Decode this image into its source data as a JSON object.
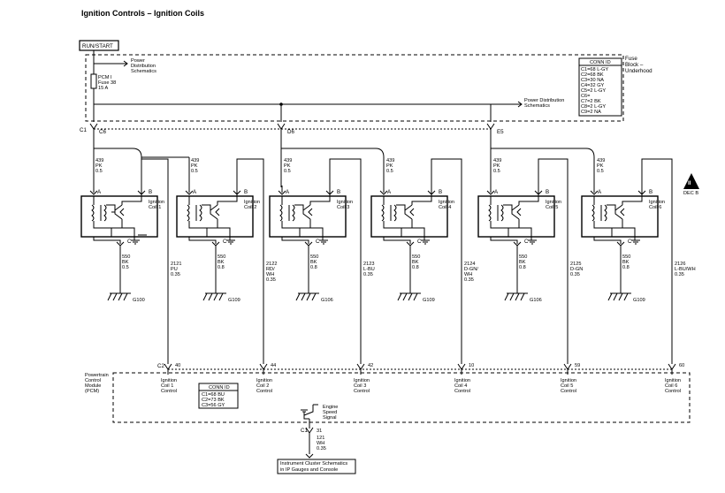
{
  "title": "Ignition Controls – Ignition Coils",
  "run_start": "RUN/START",
  "fuse_block": {
    "label_lines": [
      "Fuse",
      "Block –",
      "Underhood"
    ]
  },
  "power_dist_top": [
    "Power",
    "Distribution",
    "Schematics"
  ],
  "pcm_fuse": [
    "PCM I",
    "Fuse 38",
    "15 A"
  ],
  "power_dist_mid": [
    "Power Distribution",
    "Schematics"
  ],
  "conn_id_top": {
    "header": "CONN ID",
    "rows": [
      "C1=68 L-GY",
      "C2=68 BK",
      "C3=30 NA",
      "C4=32 GY",
      "C5=2 L-GY",
      "C6=",
      "C7=2 BK",
      "C8=2 L-GY",
      "C9=2 NA"
    ]
  },
  "splices": [
    {
      "conn": "C1",
      "name": "C6"
    },
    {
      "name": "D6"
    },
    {
      "name": "E5"
    }
  ],
  "feed_wire": [
    "439",
    "PK",
    "0.5"
  ],
  "pin_a": "A",
  "pin_b": "B",
  "pin_c": "C",
  "coils": [
    {
      "label": [
        "Ignition",
        "Coil 1"
      ],
      "ground_wire": [
        "550",
        "BK",
        "0.5"
      ],
      "ground": "G100",
      "ctrl_wire": [
        "2121",
        "PU",
        "0.35"
      ]
    },
    {
      "label": [
        "Ignition",
        "Coil 2"
      ],
      "ground_wire": [
        "550",
        "BK",
        "0.8"
      ],
      "ground": "G109",
      "ctrl_wire": [
        "2122",
        "RD/",
        "WH",
        "0.35"
      ]
    },
    {
      "label": [
        "Ignition",
        "Coil 3"
      ],
      "ground_wire": [
        "550",
        "BK",
        "0.8"
      ],
      "ground": "G106",
      "ctrl_wire": [
        "2123",
        "L-BU",
        "0.35"
      ]
    },
    {
      "label": [
        "Ignition",
        "Coil 4"
      ],
      "ground_wire": [
        "550",
        "BK",
        "0.8"
      ],
      "ground": "G109",
      "ctrl_wire": [
        "2124",
        "D-GN/",
        "WH",
        "0.35"
      ]
    },
    {
      "label": [
        "Ignition",
        "Coil 5"
      ],
      "ground_wire": [
        "550",
        "BK",
        "0.8"
      ],
      "ground": "G106",
      "ctrl_wire": [
        "2125",
        "D-GN",
        "0.35"
      ]
    },
    {
      "label": [
        "Ignition",
        "Coil 6"
      ],
      "ground_wire": [
        "550",
        "BK",
        "0.8"
      ],
      "ground": "G109",
      "ctrl_wire": [
        "2126",
        "L-BU/WH",
        "0.35"
      ]
    }
  ],
  "pcm": {
    "label": [
      "Powertrain",
      "Control",
      "Module",
      "(PCM)"
    ],
    "conn": "C2",
    "pins": [
      "40",
      "44",
      "42",
      "10",
      "59",
      "60"
    ],
    "controls": [
      [
        "Ignition",
        "Coil 1",
        "Control"
      ],
      [
        "Ignition",
        "Coil 2",
        "Control"
      ],
      [
        "Ignition",
        "Coil 3",
        "Control"
      ],
      [
        "Ignition",
        "Coil 4",
        "Control"
      ],
      [
        "Ignition",
        "Coil 5",
        "Control"
      ],
      [
        "Ignition",
        "Coil 6",
        "Control"
      ]
    ]
  },
  "conn_id_pcm": {
    "header": "CONN ID",
    "rows": [
      "C1=68 BU",
      "C2=73 BK",
      "C3=56 GY"
    ]
  },
  "engine_speed": [
    "Engine",
    "Speed",
    "Signal"
  ],
  "esp_conn": "C1",
  "esp_pin": "31",
  "esp_wire": [
    "121",
    "WH",
    "0.35"
  ],
  "cluster_box": [
    "Instrument Cluster Schematics",
    "in IP Gauges and Console"
  ],
  "badge": {
    "roman": "II",
    "ref": "DEC B"
  }
}
